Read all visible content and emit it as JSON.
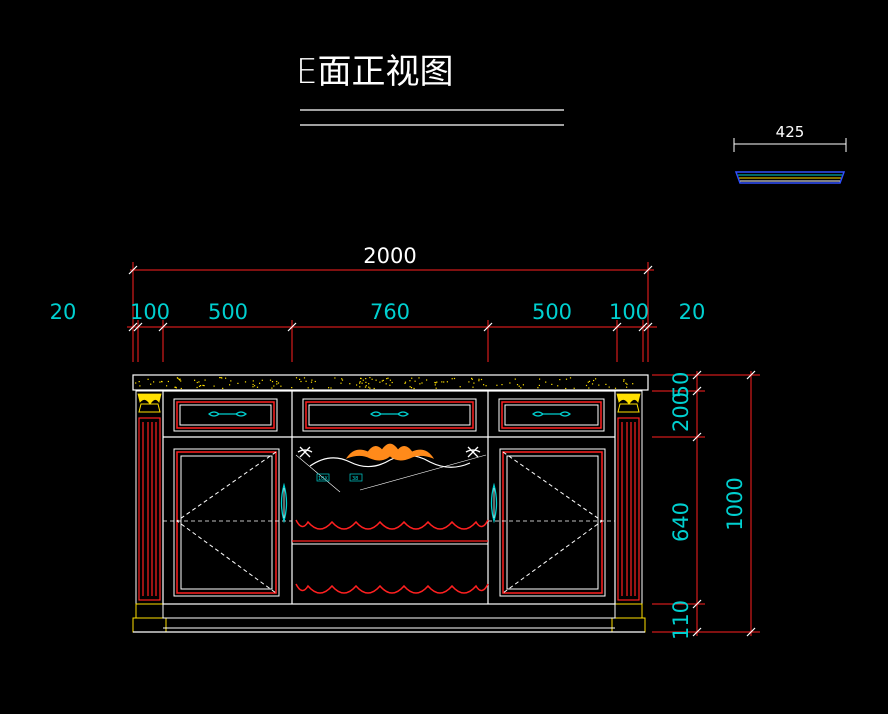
{
  "title": "E面正视图",
  "colors": {
    "background": "#000000",
    "white": "#ffffff",
    "red": "#ff2020",
    "yellow": "#ffe000",
    "cyan": "#00d0d0",
    "orange": "#ff8a1a",
    "blue": "#3050ff"
  },
  "profile": {
    "width_label": "425"
  },
  "dimensions": {
    "overall_width": "2000",
    "segments": [
      "20",
      "100",
      "500",
      "760",
      "500",
      "100",
      "20"
    ],
    "overall_height": "1000",
    "heights": [
      "50",
      "200",
      "640",
      "110"
    ]
  },
  "annotations": [
    "10X",
    "38"
  ]
}
